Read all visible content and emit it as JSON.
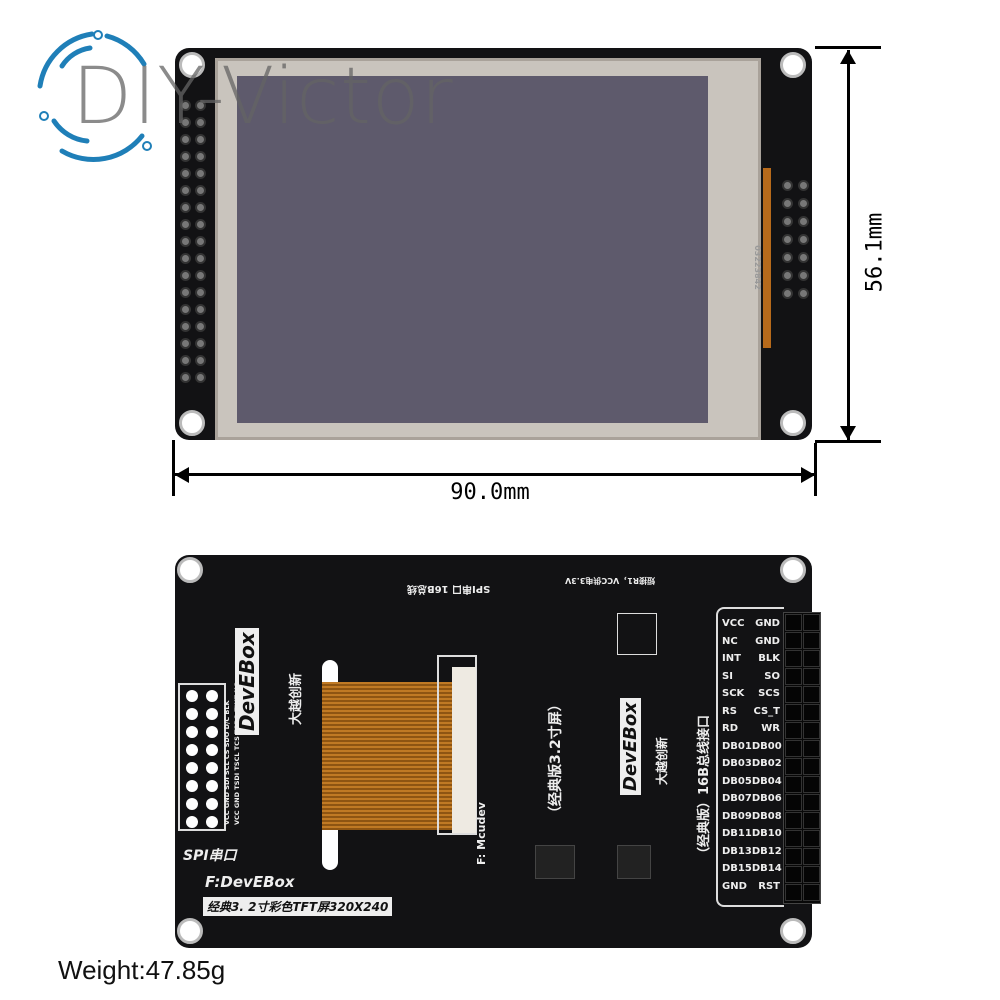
{
  "watermark": {
    "text": "DIY-Victor",
    "color": "#1f7fb8"
  },
  "dimensions": {
    "height_label": "56.1mm",
    "width_label": "90.0mm"
  },
  "front": {
    "screen_color": "#5e5a6c",
    "fpc_label": "03223842"
  },
  "back": {
    "brand": "DevEBox",
    "brand_cn": "大越创新",
    "spi_label": "SPI串口",
    "footer_brand": "F:DevEBox",
    "footer_desc": "经典3. 2寸彩色TFT屏320X240",
    "mcudev": "F: Mcudev",
    "classic": "（经典版3.2寸屏）",
    "bus": "（经典版）16B总线接口",
    "top_note": "SPI串口  16B总线",
    "power_note": "短接R1，VCC供电3.3V",
    "spi_pins_a": "VCC GND SDI SCL CS SDO D/C BLK",
    "spi_pins_b": "VCC GND TSDI TSCL TCS TSDO TINT NC",
    "header_pins": [
      [
        "VCC",
        "GND"
      ],
      [
        "NC",
        "GND"
      ],
      [
        "INT",
        "BLK"
      ],
      [
        "SI",
        "SO"
      ],
      [
        "SCK",
        "SCS"
      ],
      [
        "RS",
        "CS_T"
      ],
      [
        "RD",
        "WR"
      ],
      [
        "DB01",
        "DB00"
      ],
      [
        "DB03",
        "DB02"
      ],
      [
        "DB05",
        "DB04"
      ],
      [
        "DB07",
        "DB06"
      ],
      [
        "DB09",
        "DB08"
      ],
      [
        "DB11",
        "DB10"
      ],
      [
        "DB13",
        "DB12"
      ],
      [
        "DB15",
        "DB14"
      ],
      [
        "GND",
        "RST"
      ]
    ]
  },
  "weight": "Weight:47.85g"
}
